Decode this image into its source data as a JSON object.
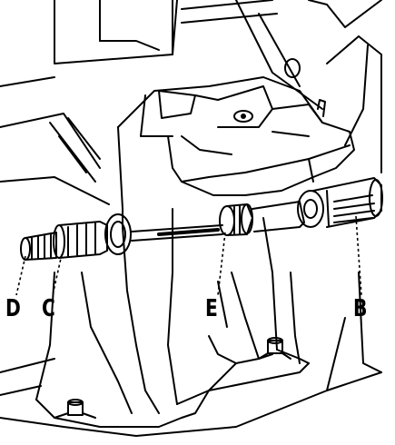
{
  "callouts": {
    "d": "D",
    "c": "C",
    "e": "E",
    "b": "B"
  },
  "colors": {
    "ink": "#000000",
    "paper": "#ffffff"
  }
}
